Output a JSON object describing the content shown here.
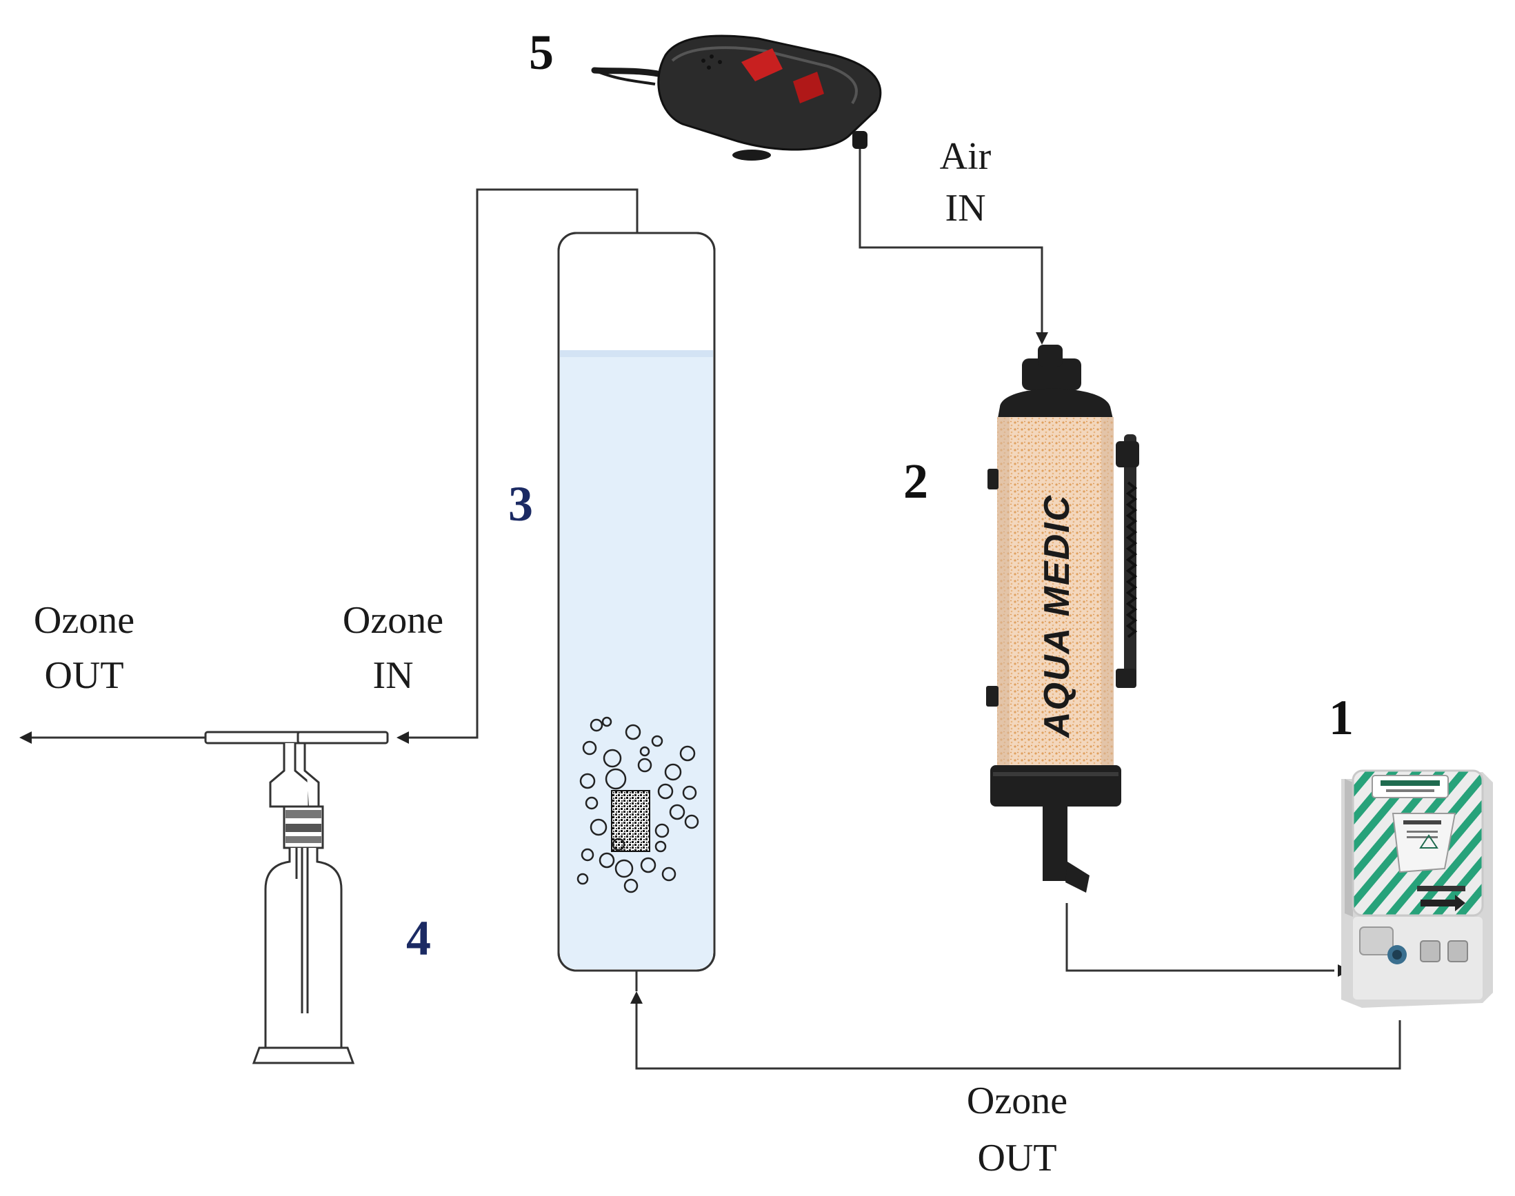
{
  "numbers": {
    "n1": "1",
    "n2": "2",
    "n3": "3",
    "n4": "4",
    "n5": "5"
  },
  "labels": {
    "air_in": [
      "Air",
      "IN"
    ],
    "ozone_in": [
      "Ozone",
      "IN"
    ],
    "ozone_out_left": [
      "Ozone",
      "OUT"
    ],
    "ozone_out_bottom": [
      "Ozone",
      "OUT"
    ]
  },
  "device_text": {
    "filter_brand": "AQUA MEDIC"
  },
  "colors": {
    "number_black": "#111111",
    "number_blue": "#1b2a63",
    "water": "#e3effa",
    "pump_body": "#2b2b2b",
    "pump_button": "#c82020",
    "filter_media": "#f3d7bd",
    "filter_cap": "#1f1f1f",
    "generator_body": "#ececec",
    "generator_stripes": "#27a27a"
  },
  "icons": {
    "pump": "air-pump-icon",
    "filter": "air-dryer-filter-icon",
    "generator": "ozone-generator-icon",
    "column": "bubble-column-icon",
    "bottle": "gas-washing-bottle-icon"
  }
}
